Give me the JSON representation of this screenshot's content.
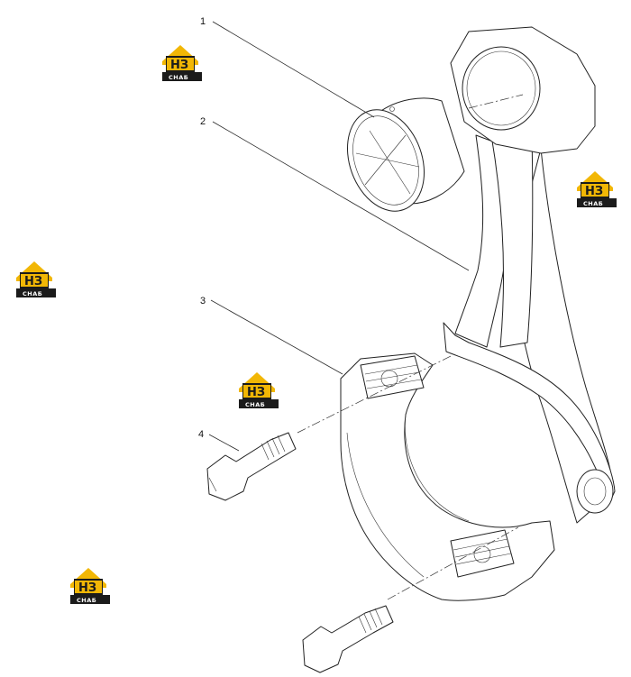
{
  "callouts": [
    {
      "label": "1"
    },
    {
      "label": "2"
    },
    {
      "label": "3"
    },
    {
      "label": "4"
    }
  ],
  "watermark": {
    "icon": "hz-snab-logo-icon",
    "text_top": "НЗ",
    "text_bottom": "СНАБ",
    "accent": "#F2B705",
    "dark": "#1b1b1b"
  }
}
